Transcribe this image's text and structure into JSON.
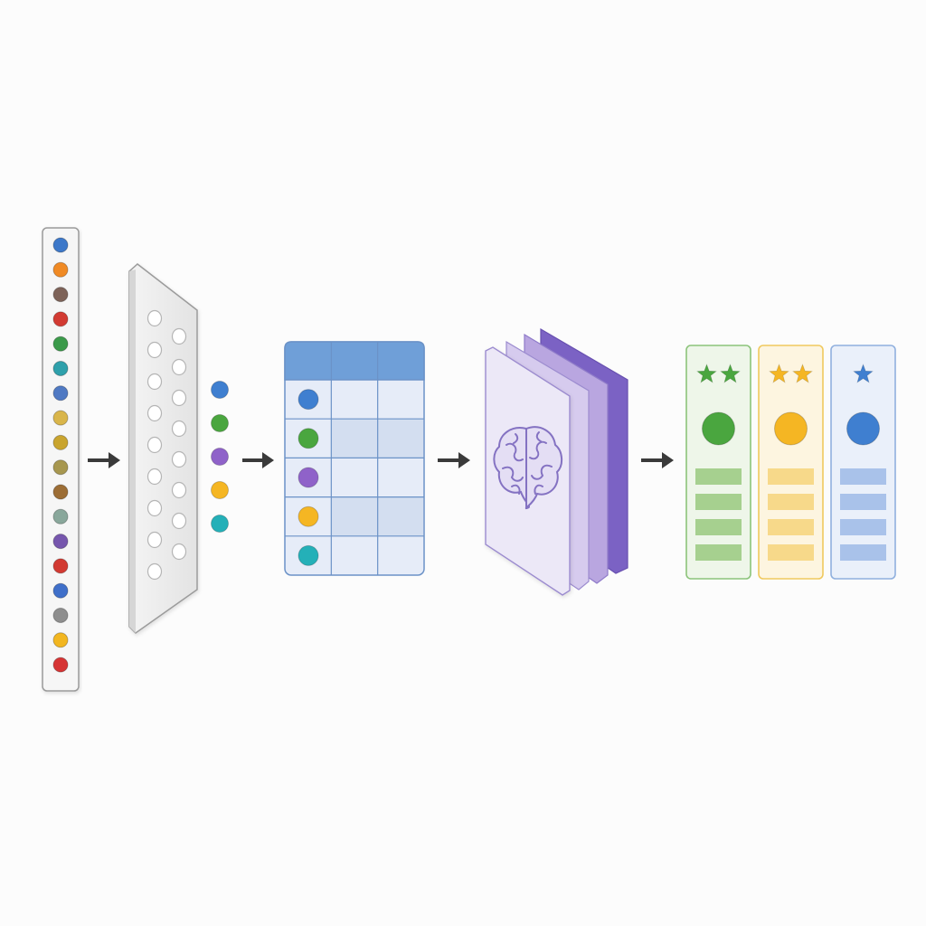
{
  "colors": {
    "background": "#fcfcfc",
    "arrow": "#3a3a3a",
    "panel_border": "#9a9a9a",
    "table_header": "#6f9fd8",
    "table_border": "#6b92c7",
    "table_cell": "#e6ecf8",
    "table_cell_alt": "#d3def0",
    "layer_light": "#ece8f7",
    "layer_mid": "#b9a6e0",
    "layer_dark": "#7b62c4",
    "brain_stroke": "#8472c2"
  },
  "input_column": {
    "icon": "token-dot",
    "dots": [
      "#3d78c9",
      "#f08a24",
      "#7d6258",
      "#d23a32",
      "#3b9a4a",
      "#2ea0ab",
      "#4f79c3",
      "#d9b54a",
      "#c9a42e",
      "#a7974f",
      "#9c6d35",
      "#89a79b",
      "#7656ad",
      "#d23a32",
      "#3f6fc9",
      "#8e8e8e",
      "#f2b620",
      "#d63434"
    ]
  },
  "filter_plate": {
    "icon": "perforated-plate-icon",
    "passed_dots": [
      "#3f7fd0",
      "#4aa63f",
      "#8f62c9",
      "#f5b623",
      "#24b0b8"
    ]
  },
  "table": {
    "rows": 5,
    "columns": 3,
    "row_dots": [
      "#3f7fd0",
      "#4aa63f",
      "#8f62c9",
      "#f5b623",
      "#24b0b8"
    ]
  },
  "model_layers": {
    "icon": "brain-icon",
    "layer_count": 4
  },
  "output_cards": [
    {
      "stars": 2,
      "color": "#4aa63f",
      "bg": "#eef6e9",
      "border": "#8cc47b",
      "bar": "#a6d08f"
    },
    {
      "stars": 2,
      "color": "#f5b623",
      "bg": "#fdf5e0",
      "border": "#f0c95e",
      "bar": "#f7d98a"
    },
    {
      "stars": 1,
      "color": "#3f7fd0",
      "bg": "#eaf0fa",
      "border": "#90b0de",
      "bar": "#a9c2ea"
    }
  ],
  "connectors": {
    "icon": "arrow-right-icon",
    "count": 4
  }
}
